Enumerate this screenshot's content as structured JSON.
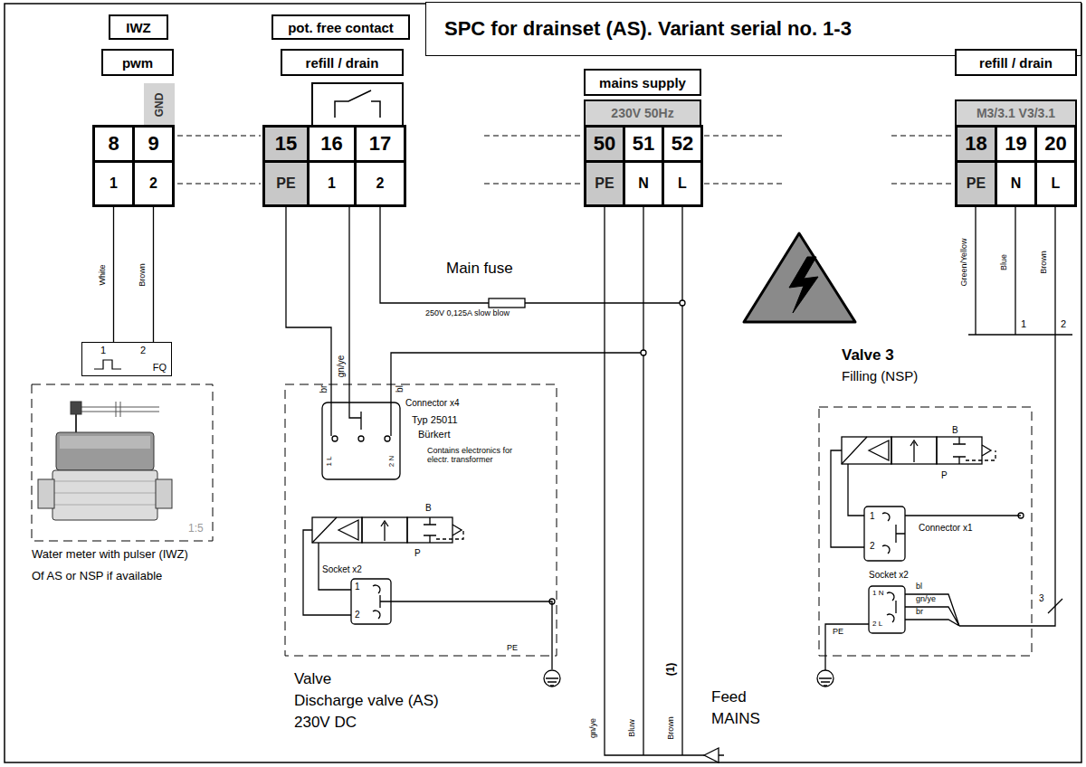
{
  "diagram": {
    "title": "SPC for drainset (AS). Variant serial no. 1-3",
    "nodes": [
      {
        "text": [
          "IWZ"
        ]
      },
      {
        "text": [
          "pwm"
        ]
      },
      {
        "text": [
          "GND"
        ]
      },
      {
        "text": [
          "8"
        ]
      },
      {
        "text": [
          "9"
        ]
      },
      {
        "text": [
          "1"
        ]
      },
      {
        "text": [
          "2"
        ]
      },
      {
        "text": [
          "pot. free contact"
        ]
      },
      {
        "text": [
          "refill / drain"
        ]
      },
      {
        "text": [
          "15"
        ]
      },
      {
        "text": [
          "16"
        ]
      },
      {
        "text": [
          "17"
        ]
      },
      {
        "text": [
          "PE"
        ]
      },
      {
        "text": [
          "1"
        ]
      },
      {
        "text": [
          "2"
        ]
      },
      {
        "text": [
          "mains supply"
        ]
      },
      {
        "text": [
          "230V 50Hz"
        ]
      },
      {
        "text": [
          "50"
        ]
      },
      {
        "text": [
          "51"
        ]
      },
      {
        "text": [
          "52"
        ]
      },
      {
        "text": [
          "PE"
        ]
      },
      {
        "text": [
          "N"
        ]
      },
      {
        "text": [
          "L"
        ]
      },
      {
        "text": [
          "refill / drain"
        ]
      },
      {
        "text": [
          "M3/3.1 V3/3.1"
        ]
      },
      {
        "text": [
          "18"
        ]
      },
      {
        "text": [
          "19"
        ]
      },
      {
        "text": [
          "20"
        ]
      },
      {
        "text": [
          "PE"
        ]
      },
      {
        "text": [
          "N"
        ]
      },
      {
        "text": [
          "L"
        ]
      },
      {
        "text": [
          "FQ"
        ]
      }
    ],
    "edges": [
      {
        "from": 5,
        "to": 31,
        "arrow": "none",
        "label": "White"
      },
      {
        "from": 6,
        "to": 31,
        "arrow": "none",
        "label": "Brown"
      }
    ],
    "labels": [
      "Main fuse",
      "250V 0,125A slow blow",
      "1",
      "2",
      "1:5",
      "Water meter with pulser (IWZ)",
      "Of AS or NSP if available",
      "br",
      "gn/ye",
      "bl",
      "Connector x4",
      "Typ 25011",
      "Bürkert",
      "Contains electronics for electr. transformer",
      "1 L",
      "2 N",
      "B",
      "P",
      "1",
      "2",
      "Socket x2",
      "PE",
      "Valve",
      "Discharge valve (AS)",
      "230V DC",
      "gn/ye",
      "Bluw",
      "Brown",
      "(1)",
      "Feed",
      "MAINS",
      "Green/Yellow",
      "Blue",
      "Brown",
      "1",
      "2",
      "Valve 3",
      "Filling (NSP)",
      "B",
      "P",
      "Connector x1",
      "1",
      "2",
      "Socket x2",
      "1 N",
      "2 L",
      "bl",
      "gn/ye",
      "br",
      "3",
      "PE"
    ]
  }
}
